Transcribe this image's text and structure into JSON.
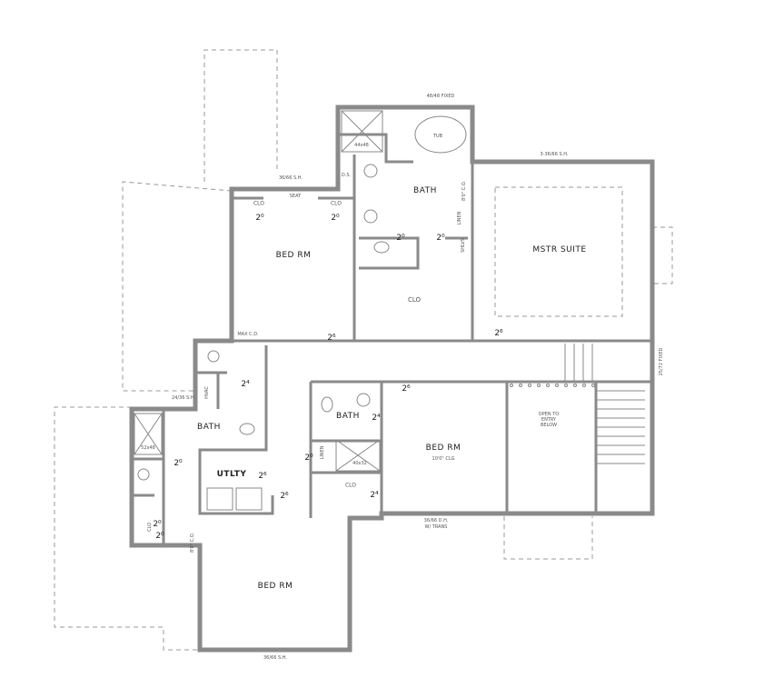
{
  "rooms": {
    "master_suite": "MSTR SUITE",
    "master_bath": "BATH",
    "master_closet": "CLO",
    "bed_top": "BED RM",
    "bed_top_clo_left": "CLO",
    "bed_top_clo_right": "CLO",
    "bed_top_seat": "SEAT",
    "bed_top_maxcd": "MAX C.D.",
    "bath_left": "BATH",
    "hvac": "HVAC",
    "utility": "UTLTY",
    "bath_center": "BATH",
    "linen_center": "LINEN",
    "clo_center": "CLO",
    "bed_center": "BED RM",
    "bed_center_ceiling": "10'0\" CLG",
    "open_to_entry": "OPEN TO ENTRY BELOW",
    "bed_bottom": "BED RM",
    "clo_left": "CLO",
    "ds": "D.S.",
    "tub": "TUB",
    "linen_master": "LINEN",
    "shelves": "SHLVS"
  },
  "fixtures": {
    "shower_master": "44x48",
    "shower_left": "52x48",
    "shower_center": "40x32"
  },
  "windows": {
    "master_bath_top": "48/48 FIXED",
    "master_suite_top": "3-36/66 S.H.",
    "bed_top": "36/66 S.H.",
    "bath_left": "24/36 S.H.",
    "stairs_right": "25/72 FIXED",
    "bed_center_bottom": "36/66 D.H.",
    "bed_center_bottom_2": "W/ TRANS",
    "bed_bottom": "36/66 S.H."
  },
  "openings": {
    "master_bath_ceiling": "8'0\" C.O.",
    "left_ceiling": "8'0\" C.O."
  },
  "doors": [
    "2⁰",
    "2⁰",
    "2⁰",
    "2⁰",
    "2⁶",
    "2⁶",
    "2⁴",
    "2⁰",
    "2⁶",
    "2⁴",
    "2⁰",
    "2⁴",
    "2⁶",
    "2⁶",
    "2⁰",
    "2⁰"
  ],
  "colors": {
    "wall": "#8a8a8a",
    "text": "#222222"
  }
}
